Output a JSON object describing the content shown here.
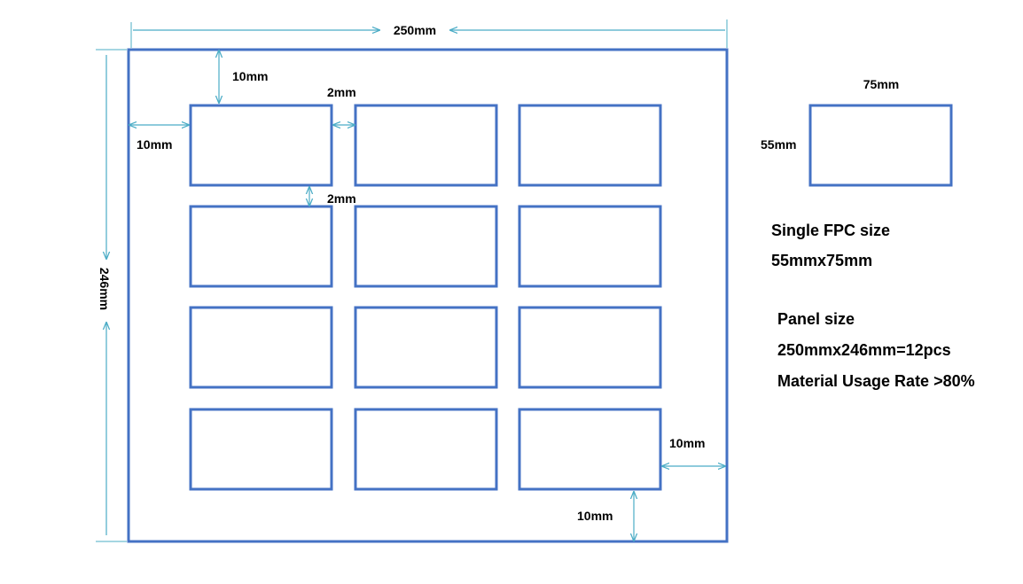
{
  "panel": {
    "width_label": "250mm",
    "height_label": "246mm",
    "rows": 4,
    "cols": 3,
    "margin_top_label": "10mm",
    "margin_left_label": "10mm",
    "margin_right_label": "10mm",
    "margin_bottom_label": "10mm",
    "gap_horizontal_label": "2mm",
    "gap_vertical_label": "2mm"
  },
  "single_fpc": {
    "width_label": "75mm",
    "height_label": "55mm"
  },
  "notes": {
    "fpc_title": "Single FPC size",
    "fpc_value": "55mmx75mm",
    "panel_title": "Panel size",
    "panel_value": "250mmx246mm=12pcs",
    "usage": "Material Usage Rate >80%"
  },
  "colors": {
    "outline": "#4472c4",
    "dimension": "#4bacc6"
  }
}
